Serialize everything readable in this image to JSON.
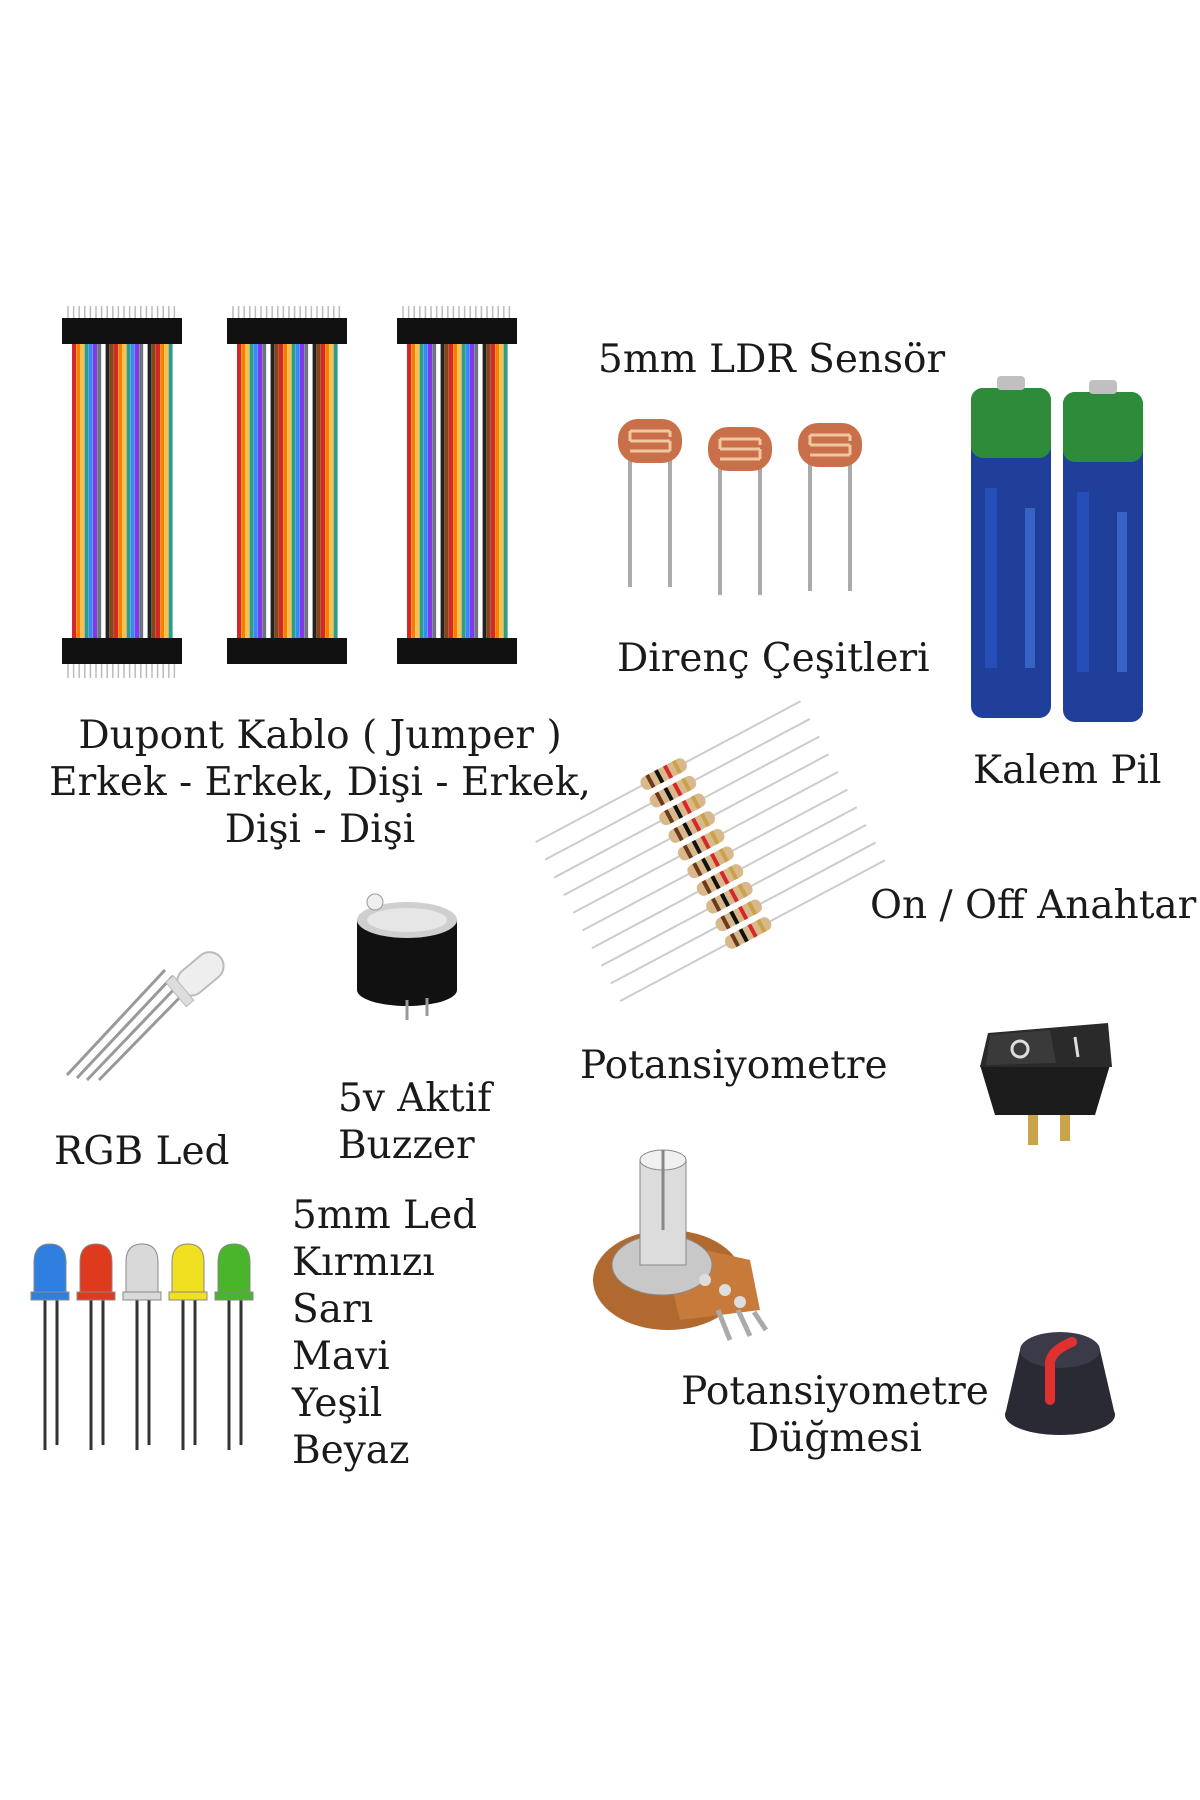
{
  "labels": {
    "dupont_line1": "Dupont Kablo ( Jumper )",
    "dupont_line2": "Erkek - Erkek, Dişi - Erkek,",
    "dupont_line3": "Dişi - Dişi",
    "ldr": "5mm LDR Sensör",
    "resistors": "Direnç Çeşitleri",
    "battery": "Kalem Pil",
    "switch": "On / Off Anahtar",
    "rgb_led": "RGB Led",
    "buzzer_line1": "5v Aktif",
    "buzzer_line2": "Buzzer",
    "pot_top": "Potansiyometre",
    "led_title": "5mm Led",
    "led_colors": [
      "Kırmızı",
      "Sarı",
      "Mavi",
      "Yeşil",
      "Beyaz"
    ],
    "knob_line1": "Potansiyometre",
    "knob_line2": "Düğmesi"
  },
  "colors": {
    "wire": [
      "#d62828",
      "#f77f00",
      "#fcbf49",
      "#2a9d8f",
      "#3a86ff",
      "#8338ec",
      "#6c757d",
      "#ffffff",
      "#222222",
      "#8b4513"
    ],
    "battery": "#1f3f9a",
    "battery_cap": "#2e8b3a",
    "led_blue": "#2f7fe0",
    "led_red": "#e03a1e",
    "led_white": "#d9d9d9",
    "led_yellow": "#f0e020",
    "led_green": "#49b52b",
    "knob_pointer": "#e03030"
  },
  "icons": [
    "jumper-wire-bundle-icon",
    "ldr-sensor-icon",
    "aa-battery-icon",
    "resistor-icon",
    "rgb-led-icon",
    "buzzer-icon",
    "rocker-switch-icon",
    "potentiometer-icon",
    "led-icon",
    "knob-icon"
  ]
}
